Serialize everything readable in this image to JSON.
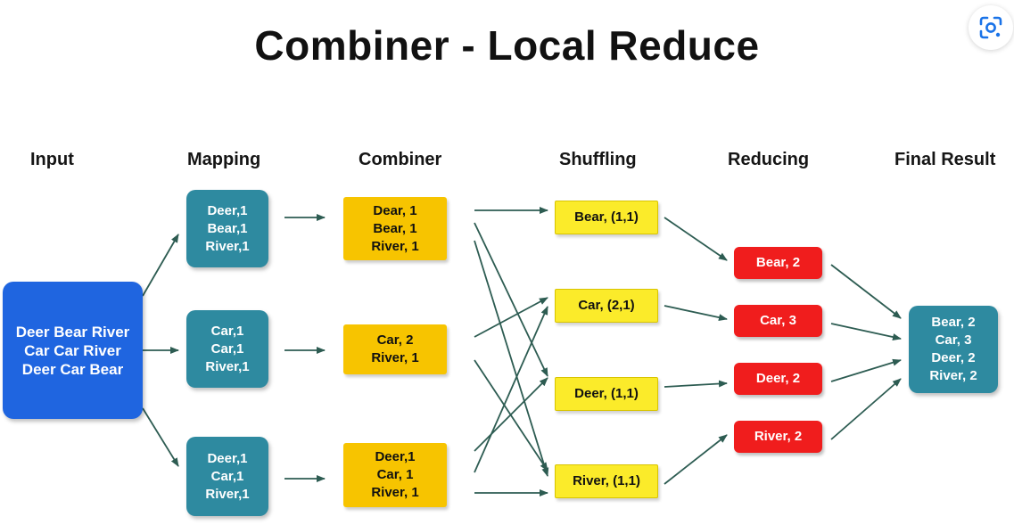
{
  "title": "Combiner - Local Reduce",
  "columns": {
    "input": "Input",
    "mapping": "Mapping",
    "combiner": "Combiner",
    "shuffling": "Shuffling",
    "reducing": "Reducing",
    "final": "Final Result"
  },
  "input": [
    "Deer Bear River",
    "Car Car River",
    "Deer Car Bear"
  ],
  "mapping": [
    [
      "Deer,1",
      "Bear,1",
      "River,1"
    ],
    [
      "Car,1",
      "Car,1",
      "River,1"
    ],
    [
      "Deer,1",
      "Car,1",
      "River,1"
    ]
  ],
  "combiner": [
    [
      "Dear, 1",
      "Bear, 1",
      "River, 1"
    ],
    [
      "Car, 2",
      "River, 1"
    ],
    [
      "Deer,1",
      "Car, 1",
      "River, 1"
    ]
  ],
  "shuffling": [
    "Bear, (1,1)",
    "Car, (2,1)",
    "Deer, (1,1)",
    "River, (1,1)"
  ],
  "reducing": [
    "Bear, 2",
    "Car, 3",
    "Deer, 2",
    "River, 2"
  ],
  "final": [
    "Bear, 2",
    "Car, 3",
    "Deer, 2",
    "River, 2"
  ],
  "icons": {
    "lens": "google-lens-icon"
  },
  "colors": {
    "input": "#1f65e0",
    "mapping": "#2e8aa0",
    "combiner": "#f7c400",
    "shuffling": "#fbeb2a",
    "reducing": "#f01d1d",
    "final": "#2e8aa0",
    "arrow": "#2d5c52"
  }
}
